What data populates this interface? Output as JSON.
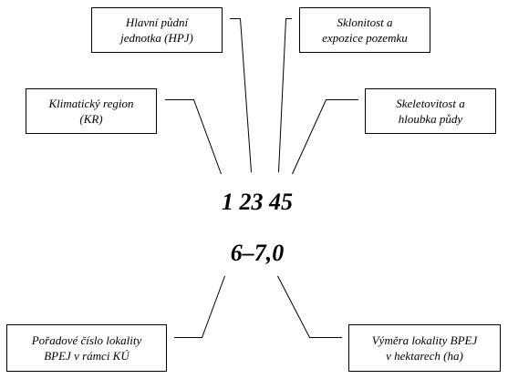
{
  "labels": {
    "hpj": "Hlavní půdní\njednotka (HPJ)",
    "slope": "Sklonitost a\nexpozice pozemku",
    "climate": "Klimatický region\n(KR)",
    "skeleton": "Skeletovitost a\nhloubka půdy",
    "order": "Pořadové číslo lokality\nBPEJ v rámci  KÚ",
    "area": "Výměra lokality BPEJ\nv hektarech (ha)"
  },
  "code": {
    "main": "1 23 45",
    "secondary": "6–7,0"
  }
}
